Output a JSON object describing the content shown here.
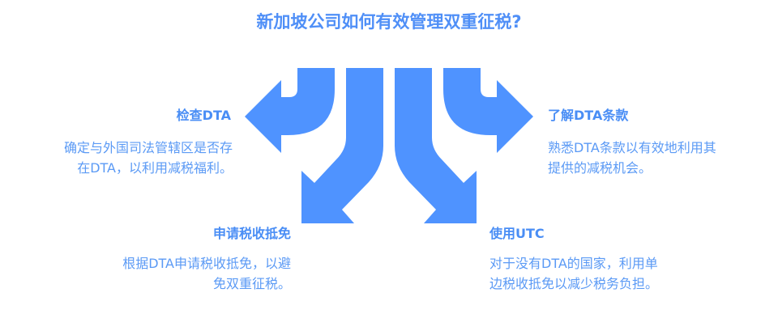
{
  "title": "新加坡公司如何有效管理双重征税?",
  "arrow_color": "#4f93ff",
  "items": [
    {
      "heading": "检查DTA",
      "lines": [
        "确定与外国司法管辖区是否存",
        "在DTA，以利用减税福利。"
      ]
    },
    {
      "heading": "申请税收抵免",
      "lines": [
        "根据DTA申请税收抵免，以避",
        "免双重征税。"
      ]
    },
    {
      "heading": "了解DTA条款",
      "lines": [
        "熟悉DTA条款以有效地利用其",
        "提供的减税机会。"
      ]
    },
    {
      "heading": "使用UTC",
      "lines": [
        "对于没有DTA的国家，利用单",
        "边税收抵免以减少税务负担。"
      ]
    }
  ]
}
